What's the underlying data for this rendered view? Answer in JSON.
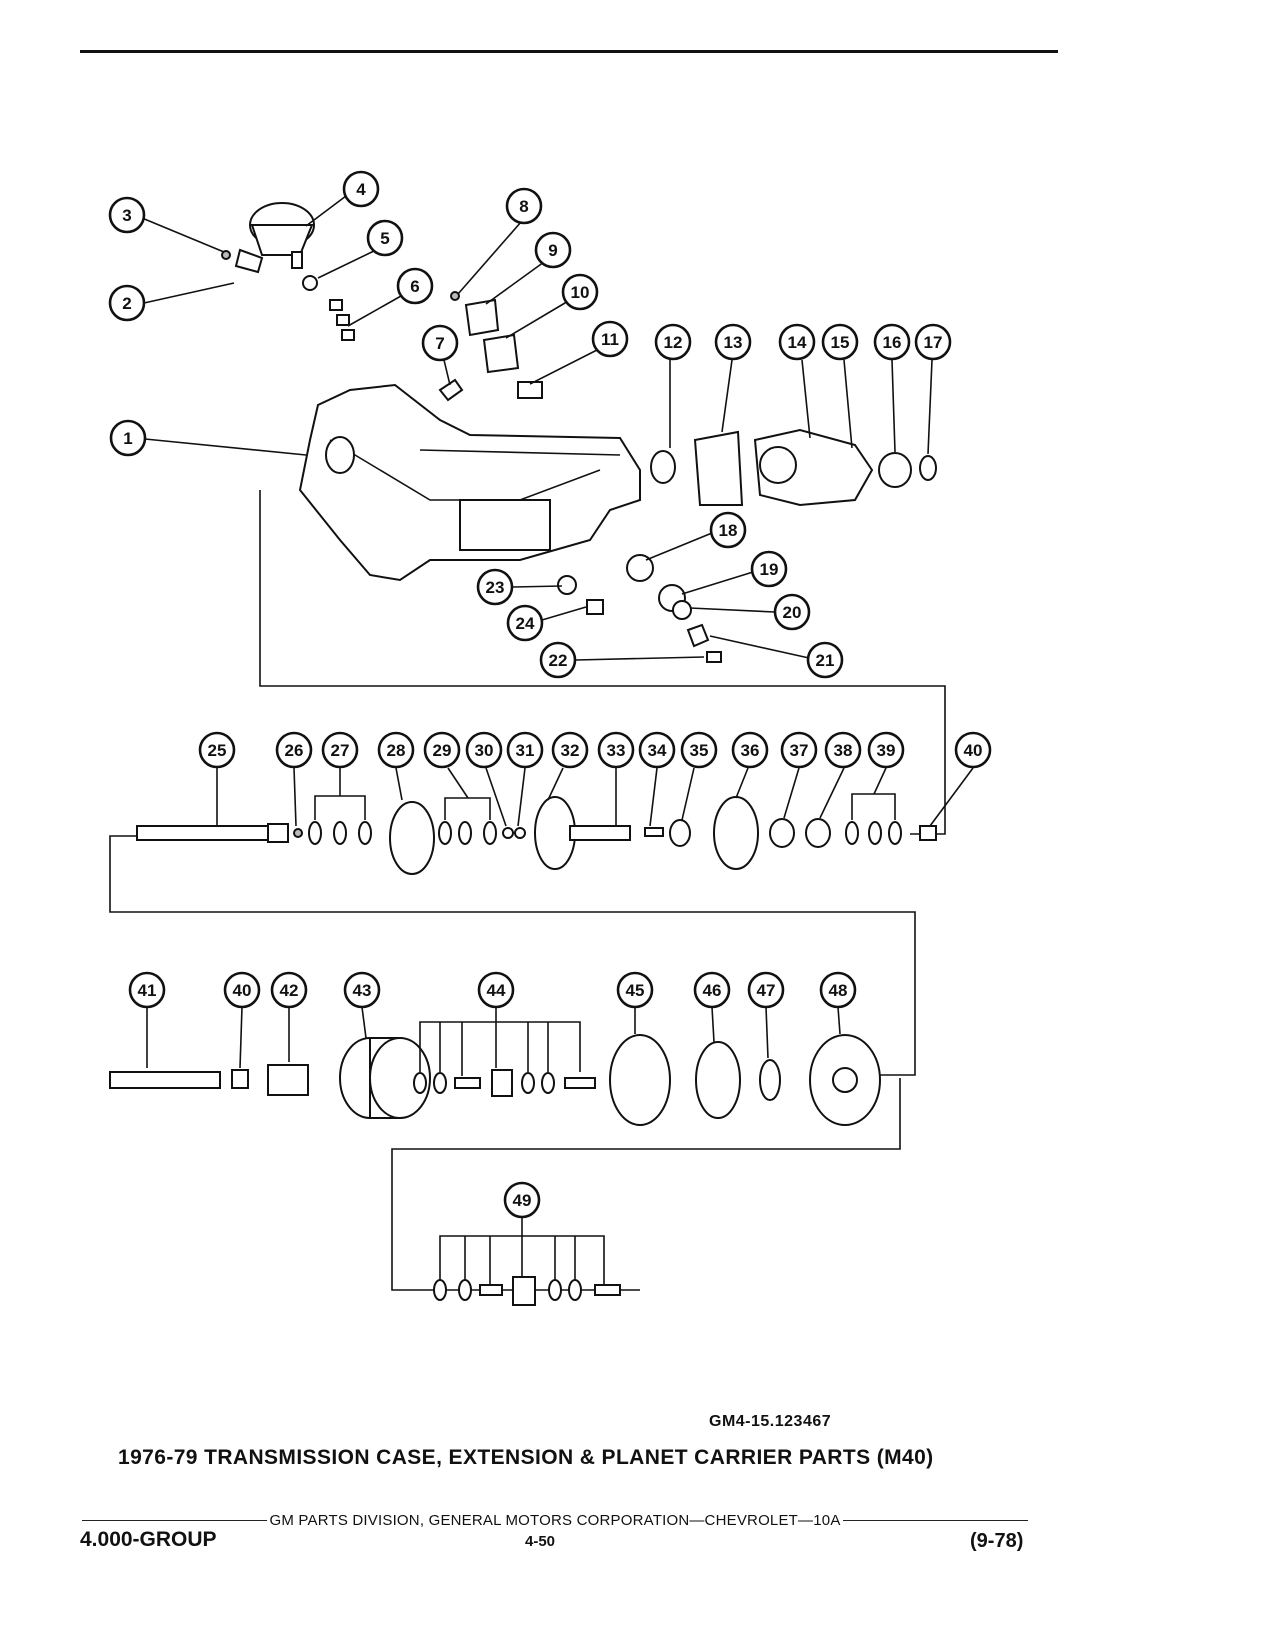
{
  "figure_code": "GM4-15.123467",
  "caption": "1976-79 TRANSMISSION CASE, EXTENSION & PLANET CARRIER PARTS (M40)",
  "footer": {
    "division": "GM PARTS DIVISION, GENERAL MOTORS CORPORATION—CHEVROLET—10A",
    "group": "4.000-GROUP",
    "page": "4-50",
    "date": "(9-78)"
  },
  "callouts": [
    "1",
    "2",
    "3",
    "4",
    "5",
    "6",
    "7",
    "8",
    "9",
    "10",
    "11",
    "12",
    "13",
    "14",
    "15",
    "16",
    "17",
    "18",
    "19",
    "20",
    "21",
    "22",
    "23",
    "24",
    "25",
    "26",
    "27",
    "28",
    "29",
    "30",
    "31",
    "32",
    "33",
    "34",
    "35",
    "36",
    "37",
    "38",
    "39",
    "40",
    "41",
    "40",
    "42",
    "43",
    "44",
    "45",
    "46",
    "47",
    "48",
    "49"
  ]
}
